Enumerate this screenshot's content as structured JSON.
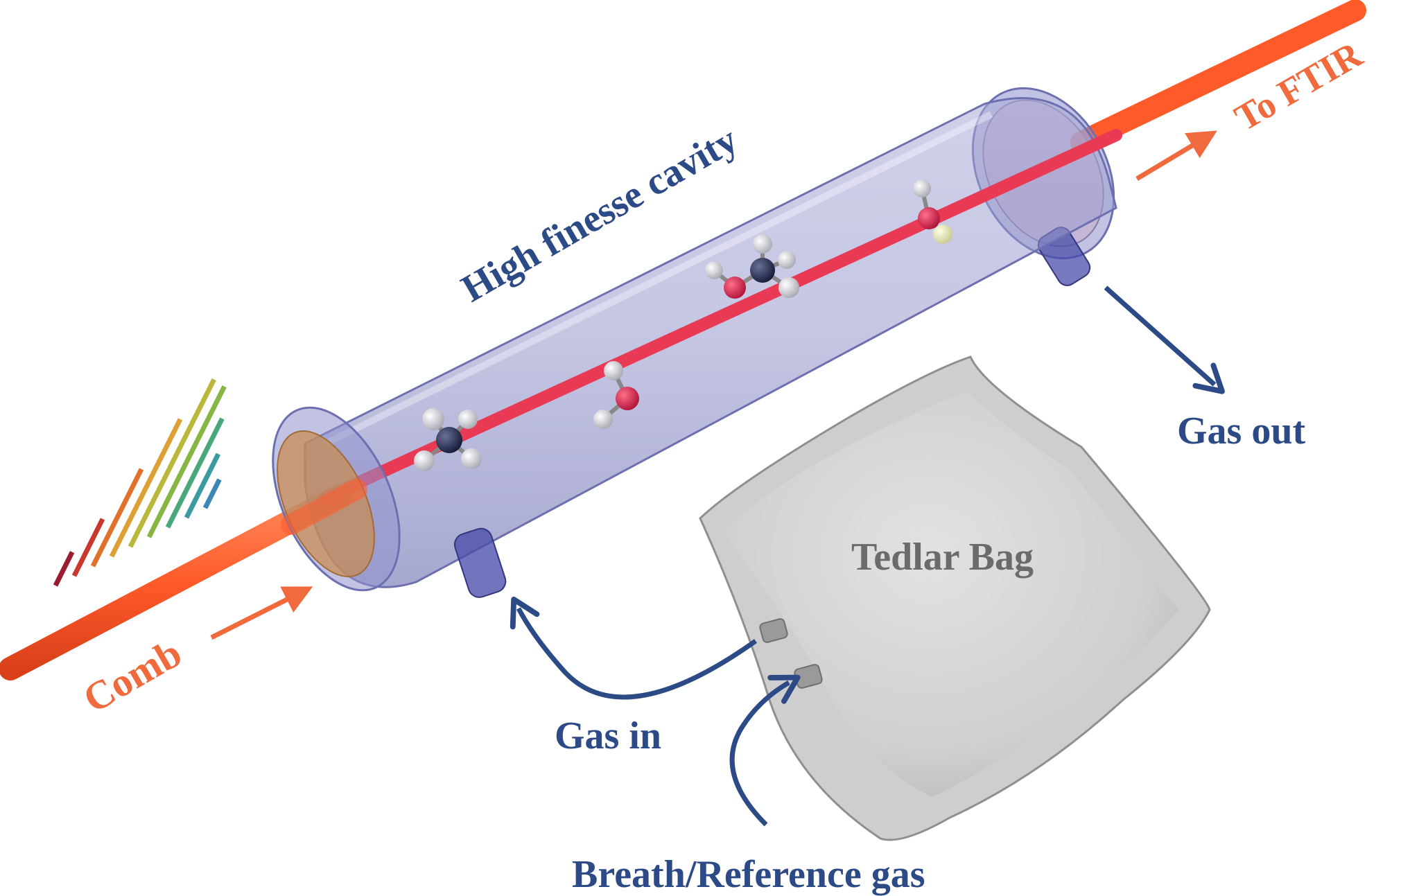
{
  "labels": {
    "cavity": "High finesse cavity",
    "to_ftir": "To FTIR",
    "gas_out": "Gas out",
    "tedlar_bag": "Tedlar Bag",
    "comb": "Comb",
    "gas_in": "Gas in",
    "breath": "Breath/Reference gas"
  },
  "colors": {
    "beam": "#ff5a2a",
    "intracavity_beam": "#e83a55",
    "label_blue": "#2c4a86",
    "label_orange": "#f06a3e",
    "cavity_glass": "#7f82c4",
    "bag": "#cfcfcf"
  },
  "comb_spectrum": {
    "line_colors": [
      "#9b1b30",
      "#c8382b",
      "#e0702a",
      "#dca035",
      "#b9b83a",
      "#86b743",
      "#4aa77a",
      "#3a9aa0",
      "#3d86b6"
    ],
    "relative_heights": [
      0.2,
      0.34,
      0.58,
      0.82,
      1.0,
      0.9,
      0.65,
      0.38,
      0.17
    ]
  },
  "molecules": [
    {
      "name": "methane",
      "atoms": [
        "C",
        "H",
        "H",
        "H",
        "H"
      ]
    },
    {
      "name": "water",
      "atoms": [
        "O",
        "H",
        "H"
      ]
    },
    {
      "name": "methanol",
      "atoms": [
        "O",
        "H",
        "C",
        "H",
        "H",
        "H"
      ]
    },
    {
      "name": "hydroxyl-fluoride",
      "atoms": [
        "O",
        "H",
        "F"
      ]
    }
  ]
}
